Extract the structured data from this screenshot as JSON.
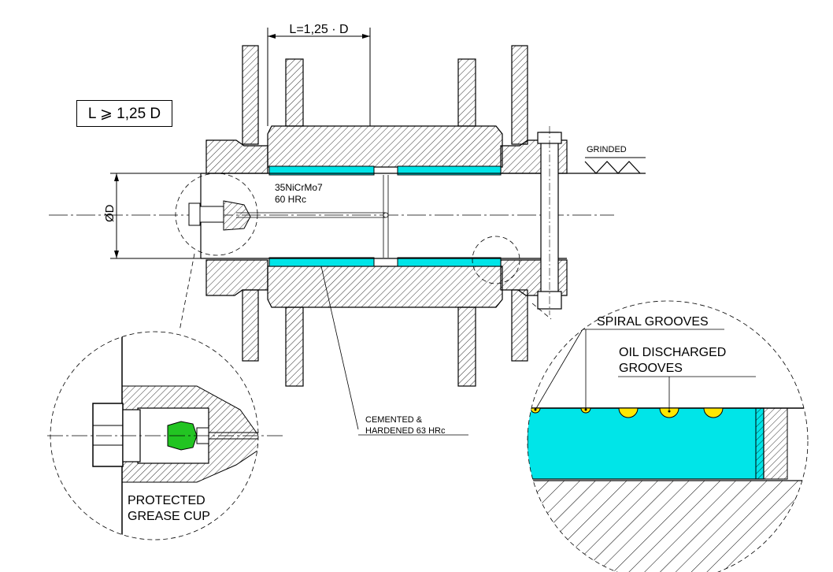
{
  "drawing": {
    "dimension_length": "L=1,25 · D",
    "condition_box": "L ⩾ 1,25 D",
    "diameter_label": "ØD",
    "material_line1": "35NiCrMo7",
    "material_line2": "60 HRc",
    "surface_finish": "GRINDED",
    "treatment_line1": "CEMENTED &",
    "treatment_line2": "HARDENED 63 HRc",
    "detail_left_line1": "PROTECTED",
    "detail_left_line2": "GREASE CUP",
    "detail_right_label1": "SPIRAL GROOVES",
    "detail_right_label2_line1": "OIL DISCHARGED",
    "detail_right_label2_line2": "GROOVES"
  },
  "colors": {
    "bushing": "#00e5e8",
    "grease_cup": "#22c422",
    "groove_fill": "#ffe800",
    "line": "#000000"
  }
}
